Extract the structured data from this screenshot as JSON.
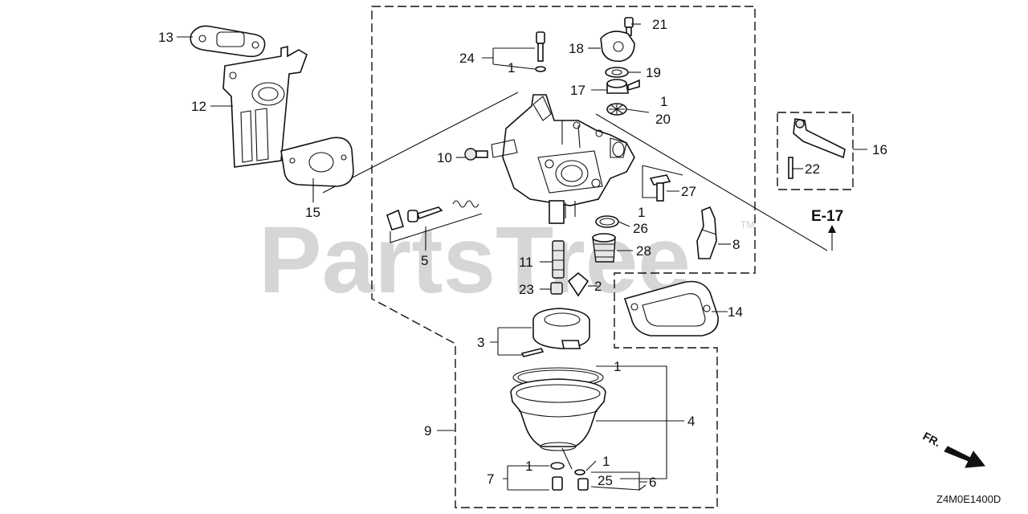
{
  "watermark": {
    "text": "PartsTree",
    "tm": "TM"
  },
  "diagram_code": "Z4M0E1400D",
  "reference": {
    "label": "E-17"
  },
  "direction": {
    "label": "FR."
  },
  "callouts": [
    {
      "id": "c13",
      "text": "13"
    },
    {
      "id": "c12",
      "text": "12"
    },
    {
      "id": "c15",
      "text": "15"
    },
    {
      "id": "c10",
      "text": "10"
    },
    {
      "id": "c5",
      "text": "5"
    },
    {
      "id": "c24",
      "text": "24"
    },
    {
      "id": "c1a",
      "text": "1"
    },
    {
      "id": "c18",
      "text": "18"
    },
    {
      "id": "c21",
      "text": "21"
    },
    {
      "id": "c19",
      "text": "19"
    },
    {
      "id": "c17",
      "text": "17"
    },
    {
      "id": "c1b",
      "text": "1"
    },
    {
      "id": "c20",
      "text": "20"
    },
    {
      "id": "c16",
      "text": "16"
    },
    {
      "id": "c22",
      "text": "22"
    },
    {
      "id": "c27",
      "text": "27"
    },
    {
      "id": "c1c",
      "text": "1"
    },
    {
      "id": "c26",
      "text": "26"
    },
    {
      "id": "c28",
      "text": "28"
    },
    {
      "id": "c8",
      "text": "8"
    },
    {
      "id": "c11",
      "text": "11"
    },
    {
      "id": "c23",
      "text": "23"
    },
    {
      "id": "c2",
      "text": "2"
    },
    {
      "id": "c14",
      "text": "14"
    },
    {
      "id": "c3",
      "text": "3"
    },
    {
      "id": "c1d",
      "text": "1"
    },
    {
      "id": "c4",
      "text": "4"
    },
    {
      "id": "c9",
      "text": "9"
    },
    {
      "id": "c1e",
      "text": "1"
    },
    {
      "id": "c7",
      "text": "7"
    },
    {
      "id": "c1f",
      "text": "1"
    },
    {
      "id": "c25",
      "text": "25"
    },
    {
      "id": "c6",
      "text": "6"
    }
  ]
}
